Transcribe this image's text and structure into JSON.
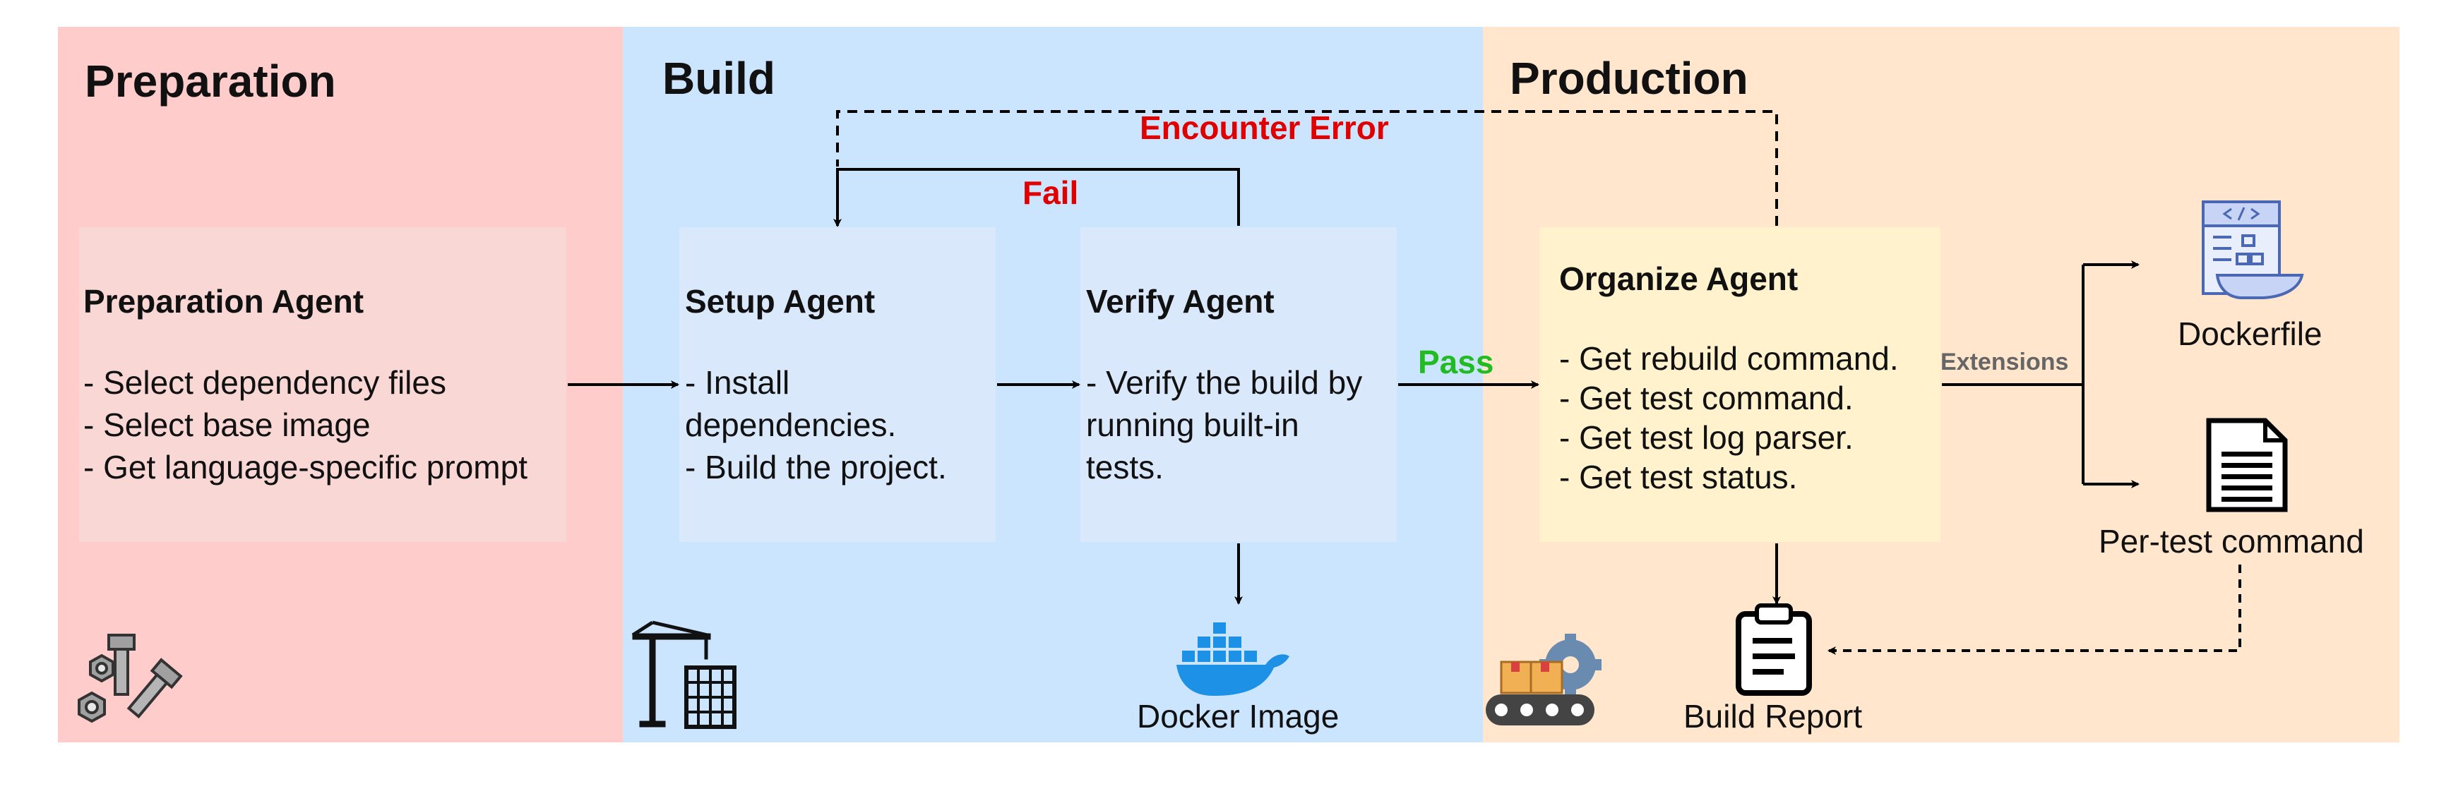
{
  "zones": {
    "preparation": {
      "title": "Preparation",
      "color": "#ffcccc"
    },
    "build": {
      "title": "Build",
      "color": "#cce5ff"
    },
    "production": {
      "title": "Production",
      "color": "#ffe6cc"
    }
  },
  "agents": {
    "preparation": {
      "title": "Preparation Agent",
      "lines": [
        "- Select dependency files",
        "- Select base image",
        "- Get language-specific prompt"
      ]
    },
    "setup": {
      "title": "Setup Agent",
      "lines": [
        "- Install",
        "dependencies.",
        "- Build the project."
      ]
    },
    "verify": {
      "title": "Verify Agent",
      "lines": [
        "- Verify the build by",
        "running built-in",
        "tests."
      ]
    },
    "organize": {
      "title": "Organize Agent",
      "lines": [
        "- Get rebuild command.",
        "- Get test command.",
        "- Get test log parser.",
        "- Get test status."
      ]
    }
  },
  "edge_labels": {
    "encounter_error": "Encounter Error",
    "fail": "Fail",
    "pass": "Pass",
    "extensions": "Extensions"
  },
  "outputs": {
    "docker_image": "Docker Image",
    "build_report": "Build Report",
    "dockerfile": "Dockerfile",
    "per_test_command": "Per-test command"
  },
  "icons": {
    "preparation": "nuts-bolts-icon",
    "build": "crane-building-icon",
    "production": "conveyor-gear-icon",
    "docker": "docker-whale-icon",
    "report": "clipboard-report-icon",
    "dockerfile": "dockerfile-icon",
    "command": "document-icon"
  },
  "colors": {
    "error_red": "#e00000",
    "pass_green": "#22bb22",
    "extensions_gray": "#666666",
    "docker_blue": "#1d91e6",
    "preparation_box": "#f8d7d5",
    "build_box": "#dae8fc",
    "organize_box": "#fff2cc"
  }
}
